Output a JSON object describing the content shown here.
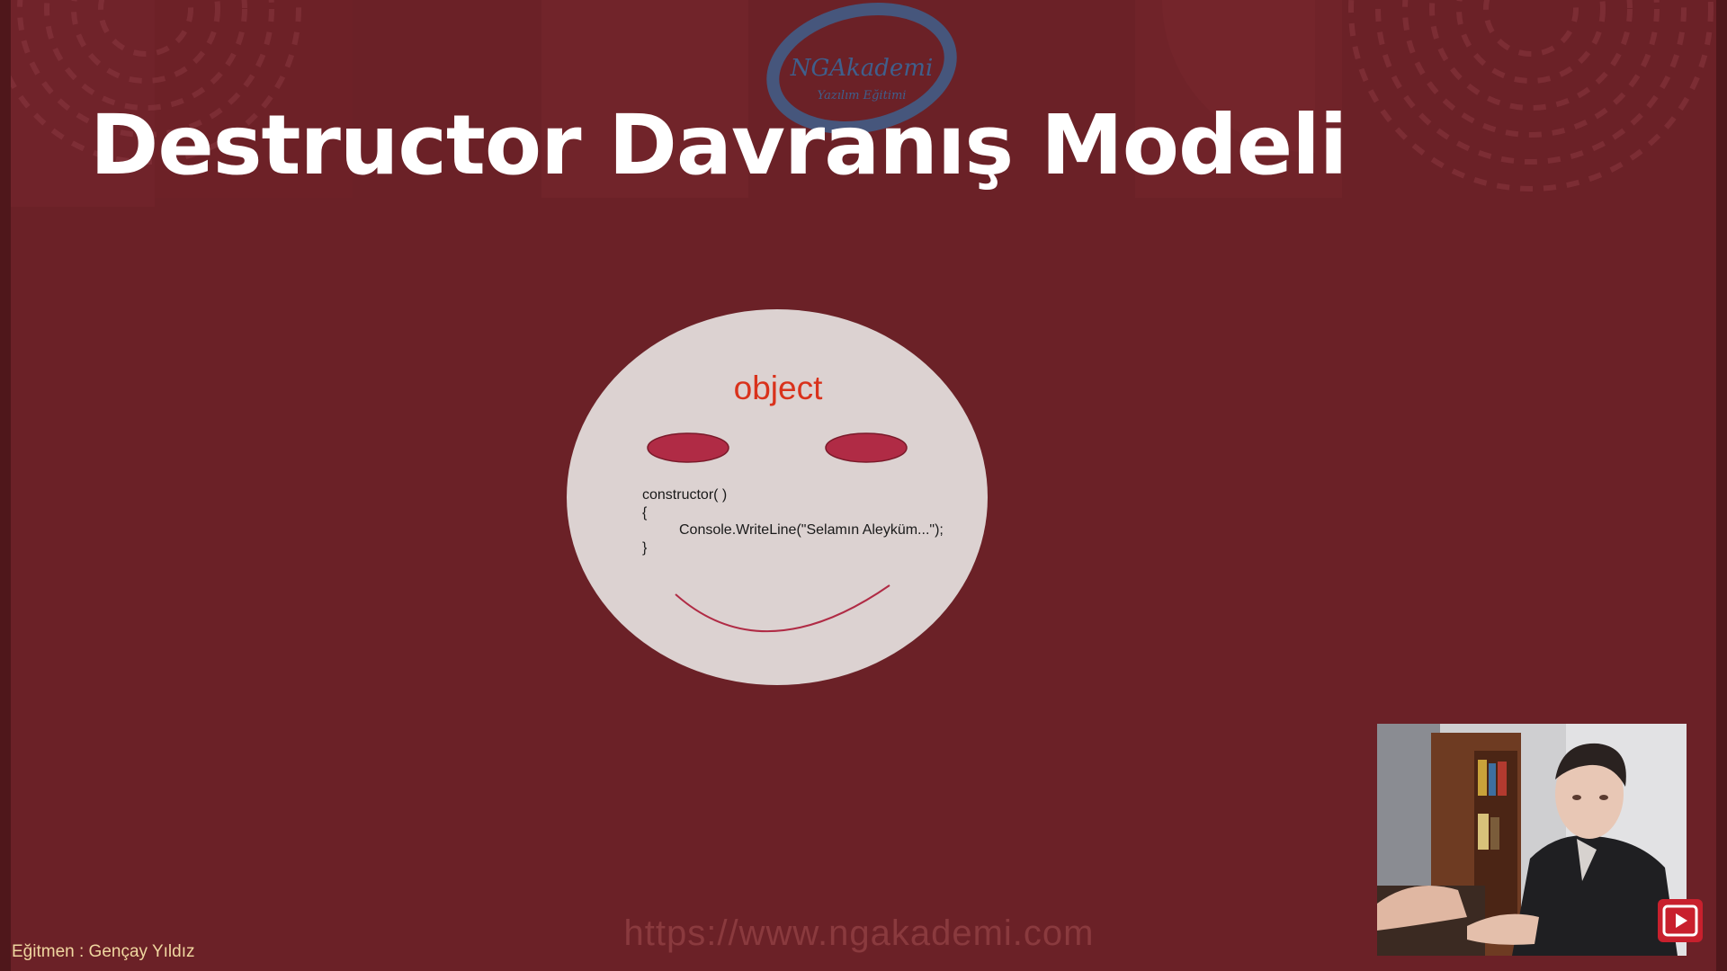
{
  "slide": {
    "title": "Destructor Davranış Modeli",
    "logo_text": "NGAkademi",
    "logo_subtext": "Yazılım Eğitimi",
    "object_label": "object",
    "code_lines": [
      "constructor( )",
      "{",
      "Console.WriteLine(\"Selamın Aleyküm...\");",
      "}"
    ],
    "watermark_url": "https://www.ngakademi.com",
    "instructor_caption": "Eğitmen : Gençay Yıldız"
  },
  "webcam": {
    "play_icon": "play-icon"
  },
  "colors": {
    "background": "#6b2127",
    "title": "#ffffff",
    "face": "#dcd2d1",
    "eyes": "#b02b45",
    "object_label": "#d9321c",
    "caption": "#f0d7a0",
    "play_button": "#c8202d"
  }
}
